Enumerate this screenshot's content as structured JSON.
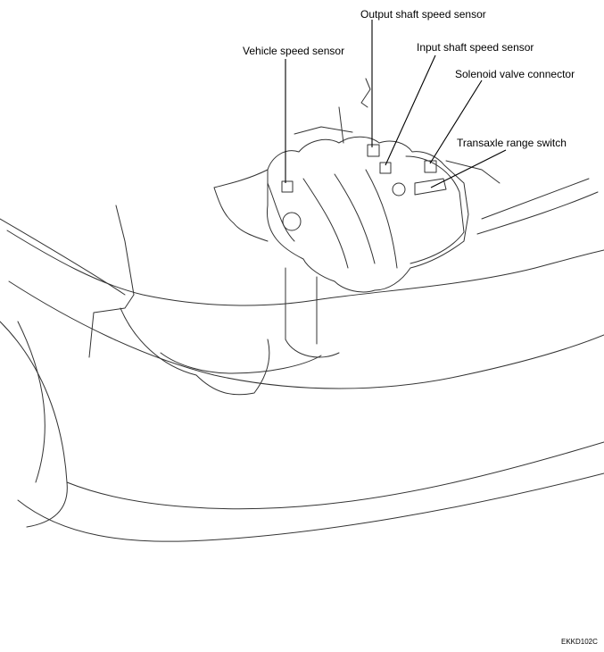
{
  "labels": {
    "output_shaft": "Output shaft speed sensor",
    "input_shaft": "Input shaft speed sensor",
    "solenoid": "Solenoid valve connector",
    "transaxle": "Transaxle range switch",
    "vehicle_speed": "Vehicle speed sensor"
  },
  "figure_code": "EKKD102C"
}
